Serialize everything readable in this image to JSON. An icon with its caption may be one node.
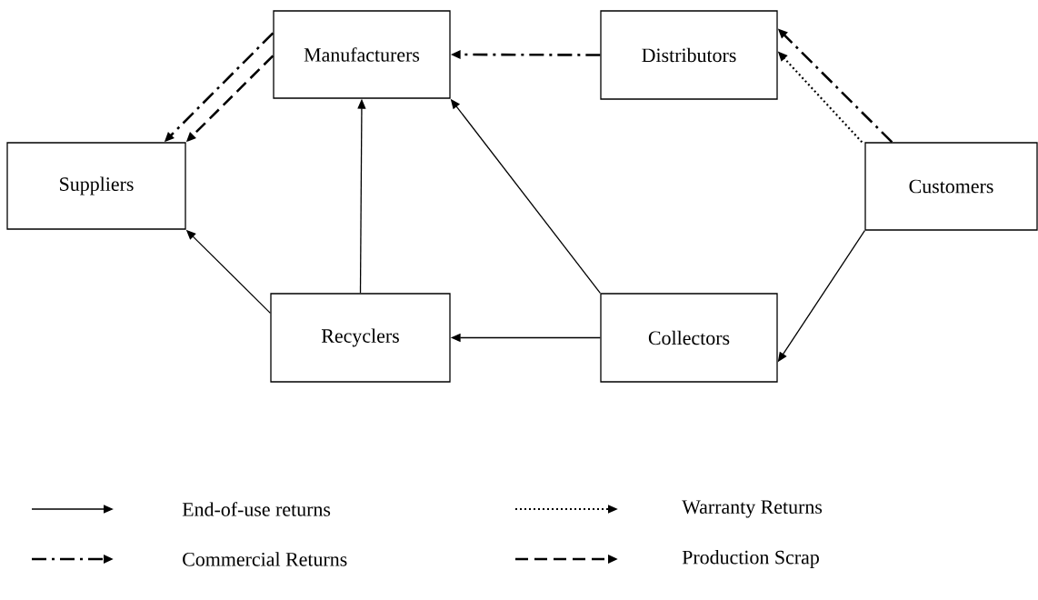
{
  "diagram": {
    "nodes": [
      {
        "text": [
          "Manufacturers"
        ]
      },
      {
        "text": [
          "Distributors"
        ]
      },
      {
        "text": [
          "Suppliers"
        ]
      },
      {
        "text": [
          "Customers"
        ]
      },
      {
        "text": [
          "Recyclers"
        ]
      },
      {
        "text": [
          "Collectors"
        ]
      }
    ],
    "edges": [
      {
        "from": 0,
        "to": 2,
        "arrow": "to",
        "style": "dashed"
      },
      {
        "from": 0,
        "to": 2,
        "arrow": "to",
        "style": "dashed"
      },
      {
        "from": 1,
        "to": 0,
        "arrow": "to",
        "style": "dashed"
      },
      {
        "from": 3,
        "to": 1,
        "arrow": "to",
        "style": "dashed"
      },
      {
        "from": 3,
        "to": 1,
        "arrow": "to",
        "style": "dashed"
      },
      {
        "from": 3,
        "to": 5,
        "arrow": "to"
      },
      {
        "from": 5,
        "to": 4,
        "arrow": "to"
      },
      {
        "from": 5,
        "to": 0,
        "arrow": "to"
      },
      {
        "from": 4,
        "to": 0,
        "arrow": "to"
      },
      {
        "from": 4,
        "to": 2,
        "arrow": "to"
      }
    ],
    "legend": [
      {
        "text": "End-of-use returns"
      },
      {
        "text": "Warranty Returns"
      },
      {
        "text": "Commercial Returns"
      },
      {
        "text": "Production Scrap"
      }
    ]
  }
}
